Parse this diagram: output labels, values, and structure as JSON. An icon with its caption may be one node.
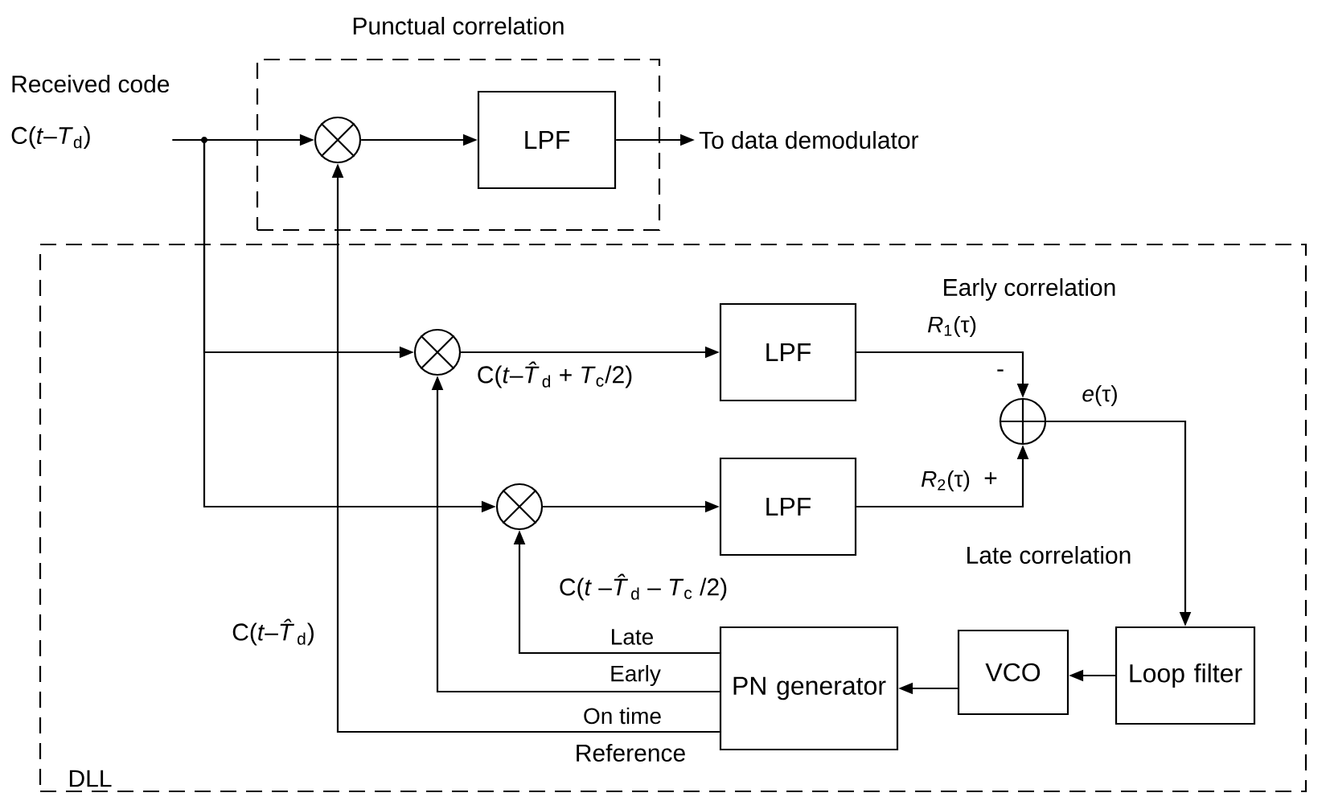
{
  "diagram": {
    "nodes": [
      {
        "text": [
          "Punctual correlation"
        ]
      },
      {
        "text": [
          "DLL"
        ]
      },
      {
        "text": [
          "Received code",
          "C(*t*–*T*$_{d}$)"
        ]
      },
      {
        "text": [],
        "shape": "circle",
        "in": 0
      },
      {
        "text": [
          "LPF"
        ],
        "in": 0
      },
      {
        "text": [
          "To data demodulator"
        ]
      },
      {
        "text": [],
        "shape": "circle",
        "in": 1
      },
      {
        "text": [
          "LPF"
        ],
        "in": 1
      },
      {
        "text": [],
        "shape": "circle",
        "in": 1
      },
      {
        "text": [
          "LPF"
        ],
        "in": 1
      },
      {
        "text": [],
        "shape": "circle",
        "in": 1
      },
      {
        "text": [
          "Loop filter"
        ],
        "in": 1
      },
      {
        "text": [
          "VCO"
        ],
        "in": 1
      },
      {
        "text": [
          "PN generator"
        ],
        "in": 1
      }
    ],
    "edges": [
      {
        "from": 2,
        "to": 3,
        "arrow": "to"
      },
      {
        "from": 2,
        "to": 6,
        "arrow": "to"
      },
      {
        "from": 2,
        "to": 8,
        "arrow": "to"
      },
      {
        "from": 3,
        "to": 4,
        "arrow": "to"
      },
      {
        "from": 4,
        "to": 5,
        "arrow": "to"
      },
      {
        "from": 6,
        "to": 7,
        "arrow": "to"
      },
      {
        "from": 8,
        "to": 9,
        "arrow": "to"
      },
      {
        "from": 7,
        "to": 10,
        "arrow": "to",
        "label": "*R*$_{1}$(τ)"
      },
      {
        "from": 9,
        "to": 10,
        "arrow": "to",
        "label": "*R*$_{2}$(τ)"
      },
      {
        "from": 10,
        "to": 11,
        "arrow": "to",
        "label": "*e*(τ)"
      },
      {
        "from": 11,
        "to": 12,
        "arrow": "to"
      },
      {
        "from": 12,
        "to": 13,
        "arrow": "to"
      },
      {
        "from": 13,
        "to": 8,
        "arrow": "to",
        "label": "Late"
      },
      {
        "from": 13,
        "to": 6,
        "arrow": "to",
        "label": "Early"
      },
      {
        "from": 13,
        "to": 3,
        "arrow": "to",
        "label": "On time"
      }
    ],
    "labels": [
      "Early correlation",
      "C(*t*–*T̂*$_{d}$ + *T*$_{c}$/2)",
      "-",
      "+",
      "Late correlation",
      "C(*t* –*T̂*$_{d}$ – *T*$_{c}$ /2)",
      "C(*t*–*T̂*$_{d}$)",
      "Reference"
    ]
  }
}
